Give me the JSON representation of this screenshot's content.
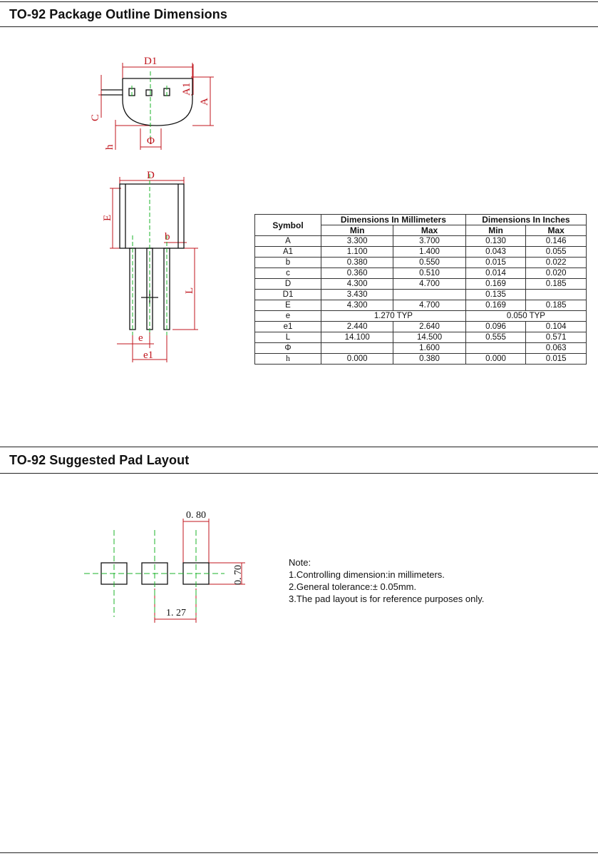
{
  "section1": {
    "title": "TO-92 Package Outline Dimensions"
  },
  "section2": {
    "title": "TO-92 Suggested Pad Layout"
  },
  "drawing": {
    "top_view_labels": {
      "d1": "D1",
      "a1": "A1",
      "a": "A",
      "c": "C",
      "h": "h",
      "phi": "Φ"
    },
    "side_view_labels": {
      "d": "D",
      "e_upper": "E",
      "b": "b",
      "l": "L",
      "e": "e",
      "e1": "e1"
    },
    "colors": {
      "dimension": "#c0151d",
      "center_line": "#1bb32a",
      "outline": "#111111"
    }
  },
  "table": {
    "header": {
      "symbol": "Symbol",
      "mm": "Dimensions In Millimeters",
      "inch": "Dimensions In Inches",
      "min": "Min",
      "max": "Max"
    },
    "rows": [
      {
        "sym": "A",
        "mm_min": "3.300",
        "mm_max": "3.700",
        "in_min": "0.130",
        "in_max": "0.146"
      },
      {
        "sym": "A1",
        "mm_min": "1.100",
        "mm_max": "1.400",
        "in_min": "0.043",
        "in_max": "0.055"
      },
      {
        "sym": "b",
        "mm_min": "0.380",
        "mm_max": "0.550",
        "in_min": "0.015",
        "in_max": "0.022"
      },
      {
        "sym": "c",
        "mm_min": "0.360",
        "mm_max": "0.510",
        "in_min": "0.014",
        "in_max": "0.020"
      },
      {
        "sym": "D",
        "mm_min": "4.300",
        "mm_max": "4.700",
        "in_min": "0.169",
        "in_max": "0.185"
      },
      {
        "sym": "D1",
        "mm_min": "3.430",
        "mm_max": "",
        "in_min": "0.135",
        "in_max": ""
      },
      {
        "sym": "E",
        "mm_min": "4.300",
        "mm_max": "4.700",
        "in_min": "0.169",
        "in_max": "0.185"
      },
      {
        "sym": "e",
        "mm_typ": "1.270 TYP",
        "in_typ": "0.050 TYP"
      },
      {
        "sym": "e1",
        "mm_min": "2.440",
        "mm_max": "2.640",
        "in_min": "0.096",
        "in_max": "0.104"
      },
      {
        "sym": "L",
        "mm_min": "14.100",
        "mm_max": "14.500",
        "in_min": "0.555",
        "in_max": "0.571"
      },
      {
        "sym": "Φ",
        "mm_min": "",
        "mm_max": "1.600",
        "in_min": "",
        "in_max": "0.063"
      },
      {
        "sym": "h",
        "mm_min": "0.000",
        "mm_max": "0.380",
        "in_min": "0.000",
        "in_max": "0.015"
      }
    ]
  },
  "pad_layout": {
    "pad_width_label": "0. 80",
    "pad_height_label": "0. 70",
    "pitch_label": "1. 27"
  },
  "notes": {
    "title": "Note:",
    "items": [
      "1.Controlling dimension:in millimeters.",
      "2.General tolerance:± 0.05mm.",
      "3.The pad layout is for reference purposes only."
    ]
  }
}
